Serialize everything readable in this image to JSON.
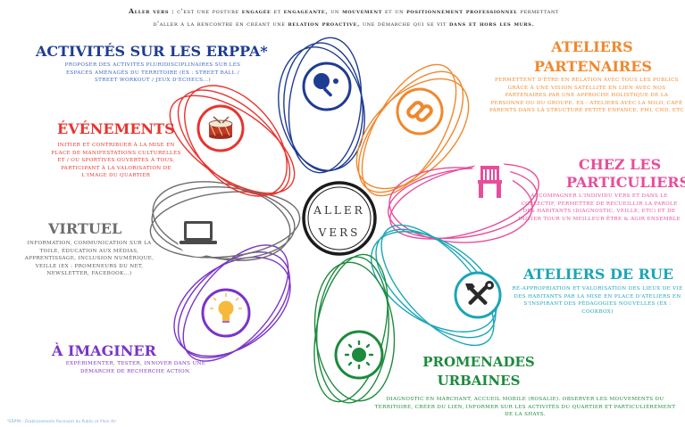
{
  "intro": {
    "line1_a": "Aller vers",
    "line1_b": " : c'est une posture ",
    "line1_c": "engagée",
    "line1_d": " et ",
    "line1_e": "engageante",
    "line1_f": ", un ",
    "line1_g": "mouvement",
    "line1_h": " et un ",
    "line1_i": "positionnement professionnel",
    "line1_j": " permettant",
    "line2_a": "d'aller à la rencontre en créant une ",
    "line2_b": "relation proactive",
    "line2_c": ", une démarche qui se vit ",
    "line2_d": "dans et hors les murs",
    "line2_e": "."
  },
  "center": {
    "line1": "ALLER",
    "line2": "VERS"
  },
  "sections": {
    "erppa": {
      "title": "ACTIVITÉS SUR LES ERPPA*",
      "desc": "Proposer des activités pluridisciplinaires sur les espaces aménagés du territoire (ex : street ball / street workout / jeux d'échecs...)",
      "icon": "ping-pong-icon",
      "color": "#1f3c93"
    },
    "ateliers_part": {
      "title": "ATELIERS PARTENAIRES",
      "desc": "Permettent d'être en relation avec tous les publics grâce à une vision satellite en lien avec nos partenaires par une approche holistique de la personne ou du groupe. Ex : ateliers avec la MILO, café parents dans la structure petite enfance, PMI, CND, etc",
      "icon": "link-icon",
      "color": "#f0882c"
    },
    "evenements": {
      "title": "ÉVÉNEMENTS",
      "desc": "Initier et contribuer à la mise en place de manifestations culturelles et / ou sportives ouvertes à tous, participant à la valorisation de l'image du quartier",
      "icon": "drum-icon",
      "color": "#e8342e"
    },
    "particuliers": {
      "title": "CHEZ LES PARTICULIERS",
      "desc": "Accompagner l'individu vers et dans le collectif, permettre de recueillir la parole des habitants (diagnostic, veille, etc) et de initier tour un meilleur être & agir ensemble",
      "icon": "chair-icon",
      "color": "#e84d9c"
    },
    "virtuel": {
      "title": "VIRTUEL",
      "desc": "Information, communication sur la toile, éducation aux médias, apprentissage, inclusion numérique, veille (ex : promeneurs du net, newsletter, facebook...)",
      "icon": "laptop-icon",
      "color": "#6d6d6d"
    },
    "rue": {
      "title": "ATELIERS DE RUE",
      "desc": "Ré-appropriation et valorisation des lieux de vie des habitants par la mise en place d'ateliers en s'inspirant des pédagogies nouvelles (ex : cookbox)",
      "icon": "tools-icon",
      "color": "#1aa6b7"
    },
    "imaginer": {
      "title": "À IMAGINER",
      "desc": "Expérimenter, tester, innover dans une démarche de recherche action.",
      "icon": "lightbulb-icon",
      "color": "#7a34c8"
    },
    "promenades": {
      "title": "PROMENADES URBAINES",
      "desc": "Diagnostic en marchant, accueil mobile (Rosalie). Observer les mouvements du territoire, créer du lien, informer sur les activités du quartier et particulièrement de la Shays.",
      "icon": "sun-icon",
      "color": "#1d8a3d"
    }
  },
  "footnote": "*ERPPA : Établissements Recevant du Public et Plein Air"
}
